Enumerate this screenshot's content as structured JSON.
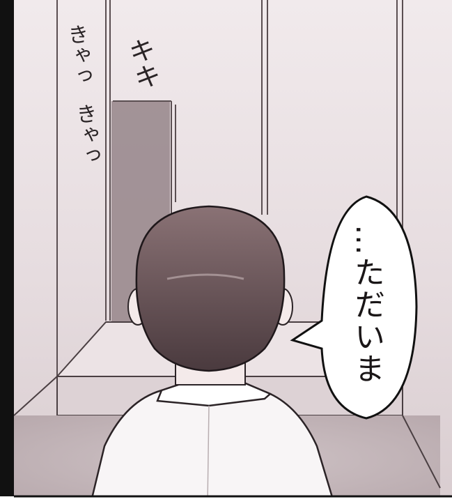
{
  "panel": {
    "speech_bubble_text": "…ただいま",
    "sfx_left_1": "きゃっ",
    "sfx_left_2": "きゃっ",
    "sfx_right": "キキ"
  }
}
